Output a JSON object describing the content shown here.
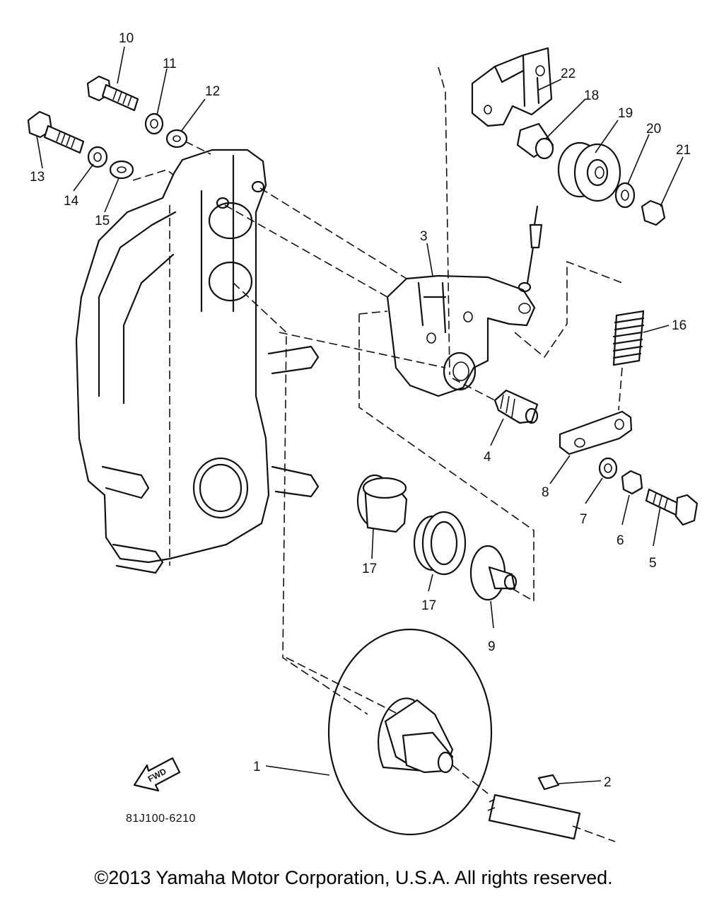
{
  "diagram": {
    "callouts": [
      "10",
      "11",
      "12",
      "13",
      "14",
      "15",
      "22",
      "18",
      "19",
      "20",
      "21",
      "3",
      "16",
      "4",
      "8",
      "7",
      "6",
      "5",
      "17",
      "17",
      "9",
      "1",
      "2"
    ],
    "direction_badge": "FWD",
    "drawing_code": "81J100-6210"
  },
  "copyright": "©2013 Yamaha Motor Corporation, U.S.A. All rights reserved."
}
